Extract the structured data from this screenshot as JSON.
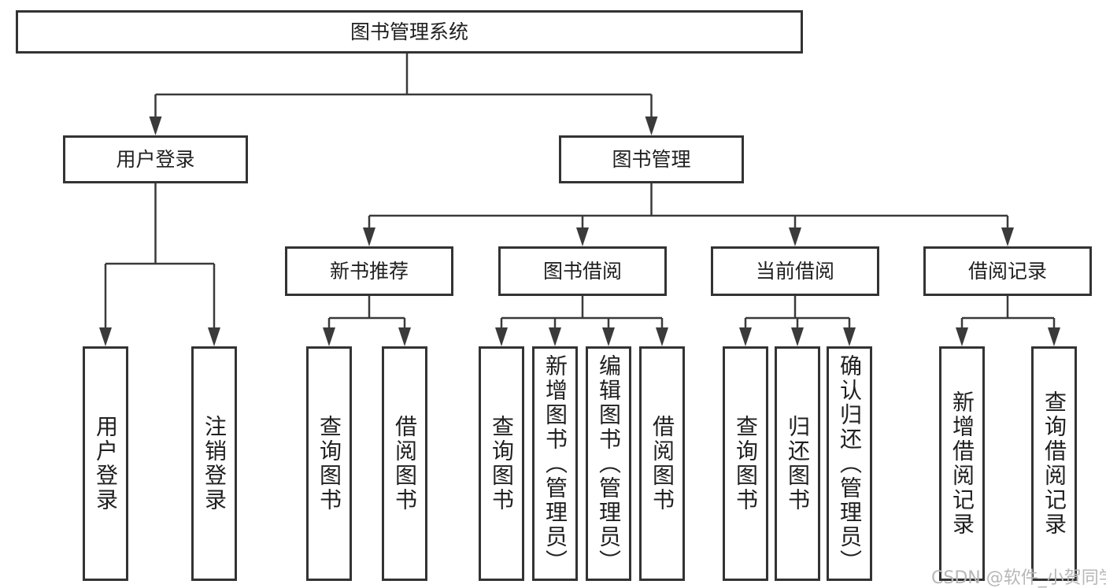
{
  "page": {
    "background": "#ffffff"
  },
  "colors": {
    "line": "#3a3a3a",
    "box_border": "#333333",
    "box_text": "#1f1f1f",
    "watermark_text": "#b6b7b9"
  },
  "tree": {
    "root": {
      "label": "图书管理系统",
      "children": [
        {
          "label": "用户登录",
          "children": [
            {
              "label": "用户登录"
            },
            {
              "label": "注销登录"
            }
          ]
        },
        {
          "label": "图书管理",
          "children": [
            {
              "label": "新书推荐",
              "children": [
                {
                  "label": "查询图书"
                },
                {
                  "label": "借阅图书"
                }
              ]
            },
            {
              "label": "图书借阅",
              "children": [
                {
                  "label": "查询图书"
                },
                {
                  "label": "新增图书（管理员）"
                },
                {
                  "label": "编辑图书（管理员）"
                },
                {
                  "label": "借阅图书"
                }
              ]
            },
            {
              "label": "当前借阅",
              "children": [
                {
                  "label": "查询图书"
                },
                {
                  "label": "归还图书"
                },
                {
                  "label": "确认归还（管理员）"
                }
              ]
            },
            {
              "label": "借阅记录",
              "children": [
                {
                  "label": "新增借阅记录"
                },
                {
                  "label": "查询借阅记录"
                }
              ]
            }
          ]
        }
      ]
    }
  },
  "watermark": {
    "text": "CSDN @软件_小贺同学"
  }
}
